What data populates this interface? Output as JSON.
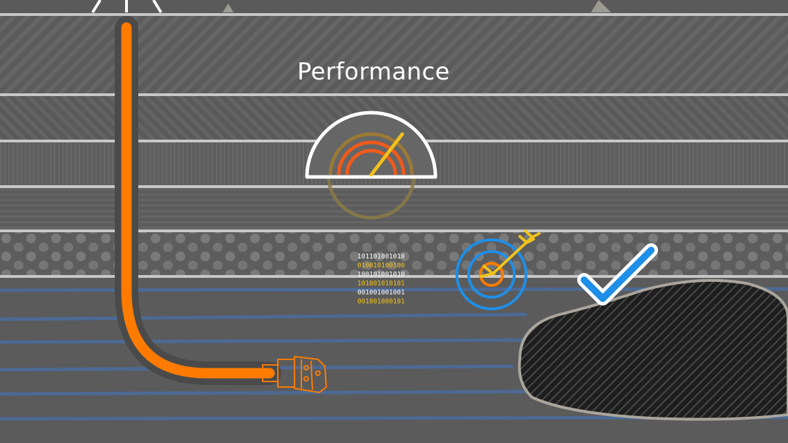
{
  "title": "Performance",
  "binary_lines": [
    {
      "text": "101101001010",
      "color": "#ffffff"
    },
    {
      "text": "010010100100",
      "color": "#f2c21b"
    },
    {
      "text": "100101001010",
      "color": "#ffffff"
    },
    {
      "text": "101001010101",
      "color": "#f2c21b"
    },
    {
      "text": "001001001001",
      "color": "#ffffff"
    },
    {
      "text": "001001000101",
      "color": "#f2c21b"
    }
  ],
  "colors": {
    "drill_pipe": "#ff7b00",
    "gauge_outline": "#ffffff",
    "gauge_arc": "#f05a1a",
    "gauge_needle": "#f2c21b",
    "target_ring": "#1e8fe8",
    "target_center": "#ff7b00",
    "arrow": "#f2c21b",
    "checkmark": "#1e8fe8",
    "reservoir": "#222222"
  },
  "icons": [
    "drill-rig-icon",
    "gauge-icon",
    "target-icon",
    "arrow-icon",
    "checkmark-icon",
    "drill-bit-icon",
    "reservoir-icon"
  ]
}
